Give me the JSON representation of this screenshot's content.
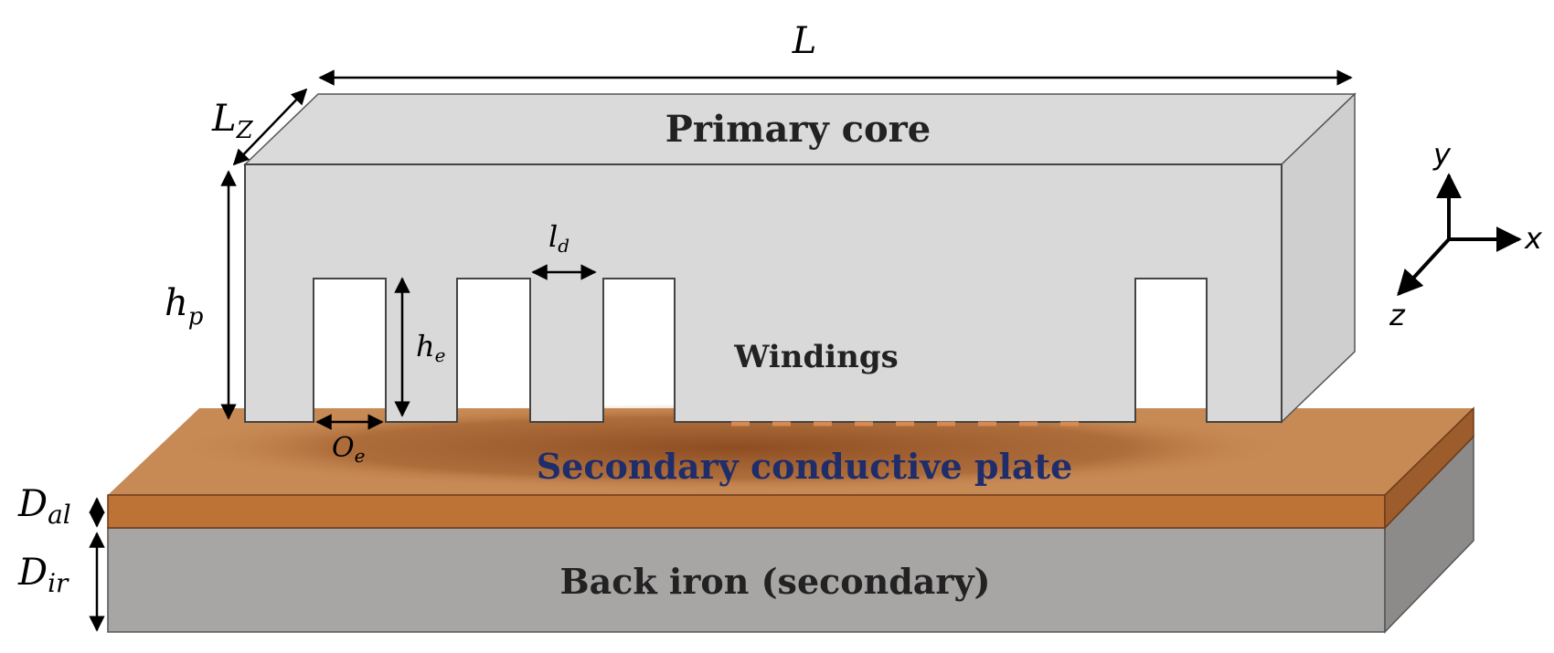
{
  "labels": {
    "length": "L",
    "depth_base": "L",
    "depth_sub": "Z",
    "height_base": "h",
    "height_sub": "p",
    "tooth_width_base": "l",
    "tooth_width_sub": "d",
    "slot_height_base": "h",
    "slot_height_sub": "e",
    "slot_opening_base": "O",
    "slot_opening_sub": "e",
    "plate_thickness_base": "D",
    "plate_thickness_sub": "al",
    "iron_thickness_base": "D",
    "iron_thickness_sub": "ir"
  },
  "blocks": {
    "primary_core": "Primary core",
    "windings": "Windings",
    "secondary_plate": "Secondary conductive plate",
    "back_iron": "Back iron (secondary)"
  },
  "axes": {
    "x": "x",
    "y": "y",
    "z": "z"
  },
  "colors": {
    "core": "#d9d9d9",
    "core_side": "#cfcfcf",
    "copper_top": "#c88a55",
    "copper_front": "#bd7236",
    "copper_dark": "#8a4a1f",
    "iron_front": "#a8a6a5",
    "iron_side": "#8d8b8a",
    "plate_text": "#1f2d6b"
  }
}
